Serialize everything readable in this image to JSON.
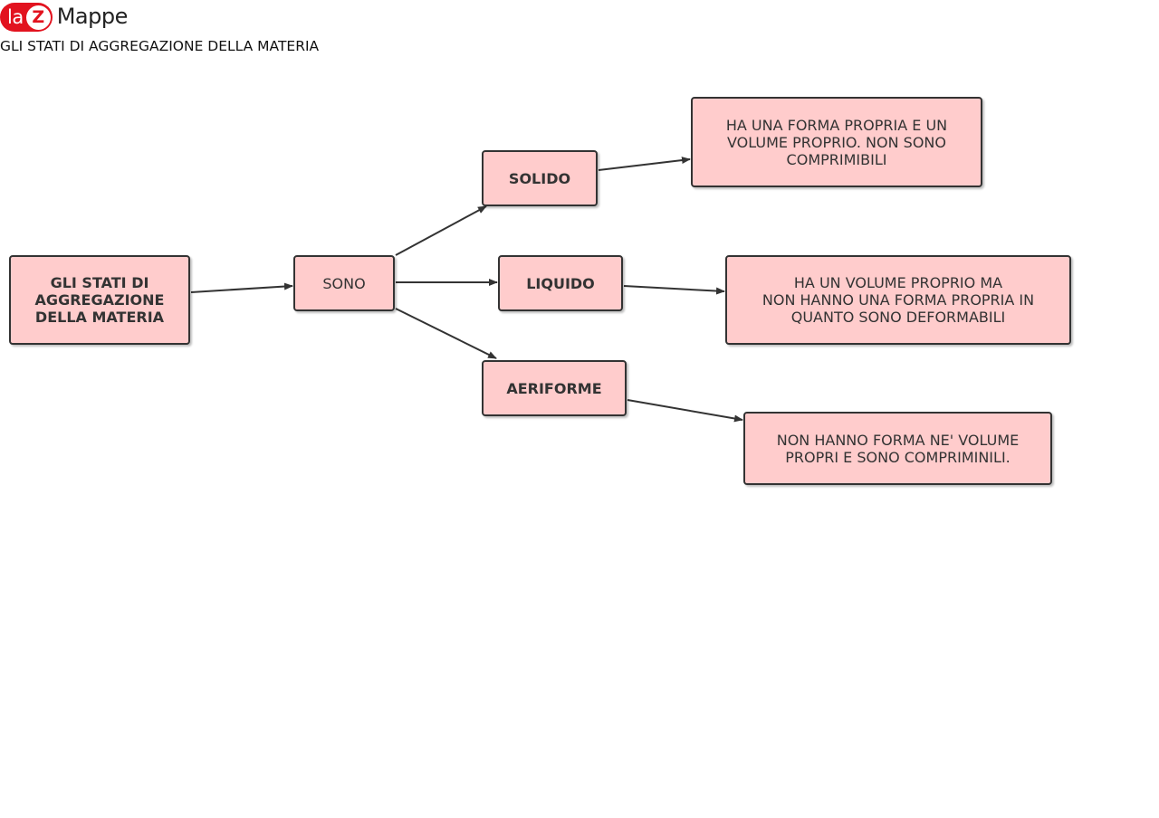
{
  "logo": {
    "la": "la",
    "z": "Z",
    "mappe": "Mappe",
    "brand_color": "#e2131f"
  },
  "page": {
    "title": "GLI STATI DI AGGREGAZIONE DELLA MATERIA"
  },
  "colors": {
    "node_fill": "#ffcccc",
    "node_border": "#333333",
    "edge": "#333333",
    "text": "#333333"
  },
  "diagram": {
    "nodes": {
      "root": "GLI STATI DI\nAGGREGAZIONE\nDELLA MATERIA",
      "sono": "SONO",
      "solido": "SOLIDO",
      "liquido": "LIQUIDO",
      "aeriforme": "AERIFORME",
      "solido_desc": "HA UNA FORMA PROPRIA E UN\nVOLUME PROPRIO. NON SONO\nCOMPRIMIBILI",
      "liquido_desc": "HA UN VOLUME PROPRIO MA\nNON HANNO UNA FORMA PROPRIA IN\nQUANTO SONO DEFORMABILI",
      "aeriforme_desc": "NON HANNO FORMA NE' VOLUME\nPROPRI E SONO COMPRIMINILI."
    },
    "edges": [
      {
        "from": "root",
        "to": "sono"
      },
      {
        "from": "sono",
        "to": "solido"
      },
      {
        "from": "sono",
        "to": "liquido"
      },
      {
        "from": "sono",
        "to": "aeriforme"
      },
      {
        "from": "solido",
        "to": "solido_desc"
      },
      {
        "from": "liquido",
        "to": "liquido_desc"
      },
      {
        "from": "aeriforme",
        "to": "aeriforme_desc"
      }
    ]
  }
}
